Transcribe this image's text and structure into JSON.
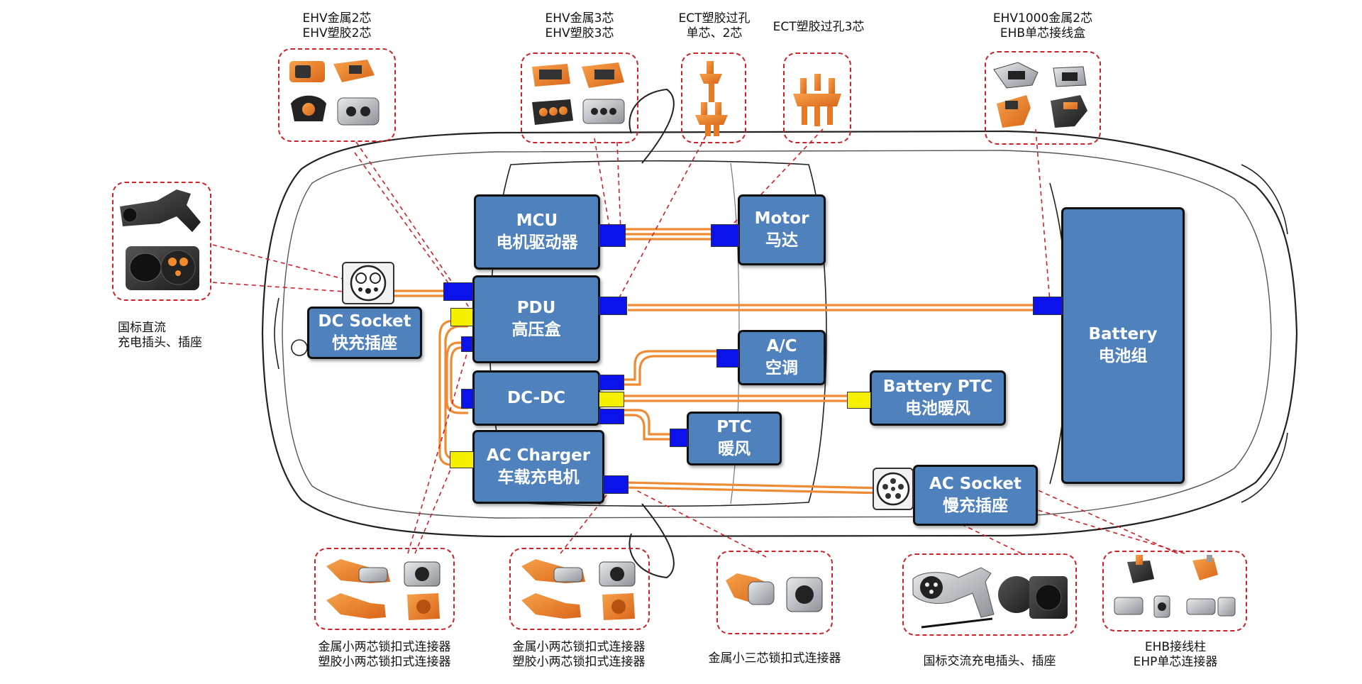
{
  "colors": {
    "module_fill": "#4f81bd",
    "module_border": "#111111",
    "port_blue": "#0b12ea",
    "port_yellow": "#f5ef00",
    "harness_orange": "#ef8a35",
    "callout_red": "#d0202a",
    "connector_orange": "#ee7d1f",
    "connector_dark": "#2d2d2d",
    "connector_silver": "#b8bcc2"
  },
  "modules": {
    "mcu": {
      "line1": "MCU",
      "line2": "电机驱动器"
    },
    "motor": {
      "line1": "Motor",
      "line2": "马达"
    },
    "pdu": {
      "line1": "PDU",
      "line2": "高压盒"
    },
    "dc_socket": {
      "line1": "DC Socket",
      "line2": "快充插座"
    },
    "dcdc": {
      "line1": "DC-DC"
    },
    "ac": {
      "line1": "A/C",
      "line2": "空调"
    },
    "battery_ptc": {
      "line1": "Battery PTC",
      "line2": "电池暖风"
    },
    "ptc": {
      "line1": "PTC",
      "line2": "暖风"
    },
    "ac_charger": {
      "line1": "AC Charger",
      "line2": "车载充电机"
    },
    "ac_socket": {
      "line1": "AC Socket",
      "line2": "慢充插座"
    },
    "battery": {
      "line1": "Battery",
      "line2": "电池组"
    }
  },
  "callouts": {
    "ehv_23": {
      "line1": "EHV金属2芯",
      "line2": "EHV塑胶2芯",
      "icon": "ehv-2-core-connectors-icon"
    },
    "ehv_3": {
      "line1": "EHV金属3芯",
      "line2": "EHV塑胶3芯",
      "icon": "ehv-3-core-connectors-icon"
    },
    "ect_12": {
      "line1": "ECT塑胶过孔",
      "line2": "单芯、2芯",
      "icon": "ect-pass-through-connectors-icon"
    },
    "ect_3": {
      "line1": "ECT塑胶过孔3芯",
      "icon": "ect-3-core-pass-through-icon"
    },
    "ehv1000": {
      "line1": "EHV1000金属2芯",
      "line2": "EHB单芯接线盒",
      "icon": "ehv1000-ehb-connectors-icon"
    },
    "dc_plug": {
      "line1": "国标直流",
      "line2": "充电插头、插座",
      "icon": "dc-charging-plug-socket-icon"
    },
    "small2_a": {
      "line1": "金属小两芯锁扣式连接器",
      "line2": "塑胶小两芯锁扣式连接器",
      "icon": "small-2-core-lock-connectors-icon"
    },
    "small2_b": {
      "line1": "金属小两芯锁扣式连接器",
      "line2": "塑胶小两芯锁扣式连接器",
      "icon": "small-2-core-lock-connectors-icon"
    },
    "small3": {
      "line1": "金属小三芯锁扣式连接器",
      "icon": "small-3-core-lock-connector-icon"
    },
    "ac_plug": {
      "line1": "国标交流充电插头、插座",
      "icon": "ac-charging-plug-socket-icon"
    },
    "ehb": {
      "line1": "EHB接线柱",
      "line2": "EHP单芯连接器",
      "icon": "ehb-terminal-ehp-connector-icon"
    }
  }
}
